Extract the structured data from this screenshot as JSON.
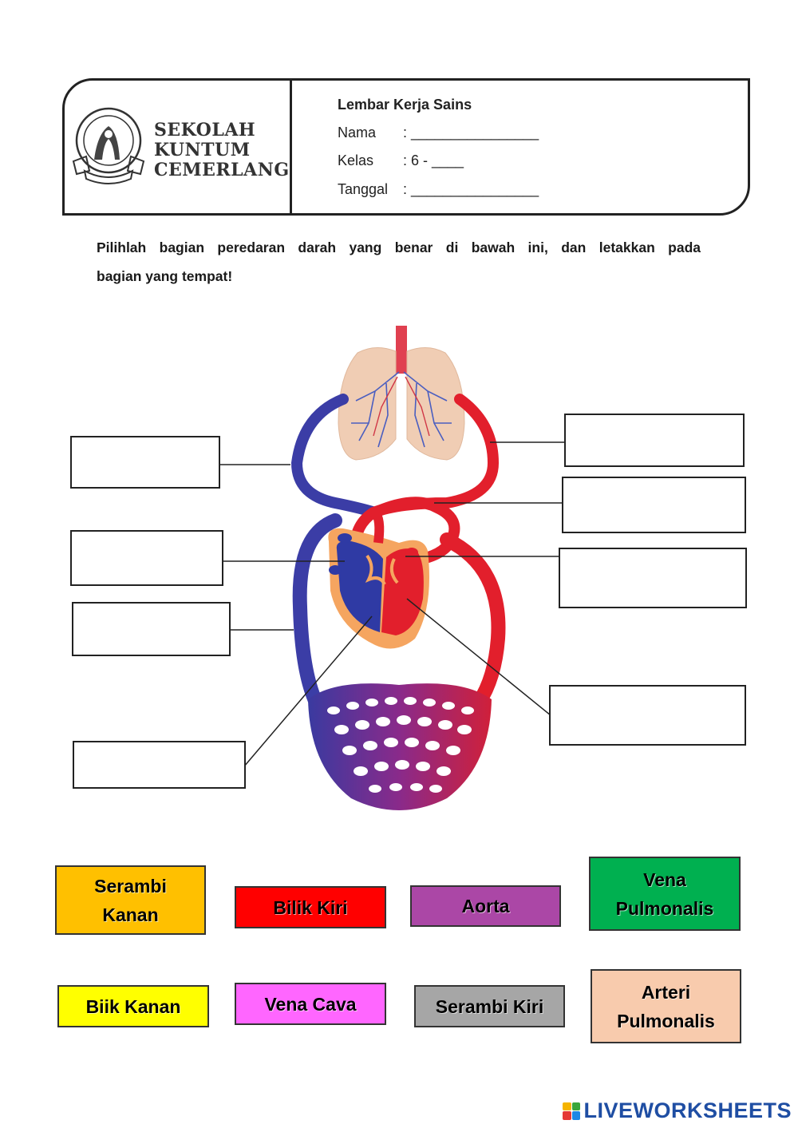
{
  "header": {
    "school_line1": "SEKOLAH",
    "school_line2": "KUNTUM",
    "school_line3": "CEMERLANG",
    "worksheet_title": "Lembar Kerja Sains",
    "name_label": "Nama",
    "name_value": ": ________________",
    "class_label": "Kelas",
    "class_value": ": 6  -  ____",
    "date_label": "Tanggal",
    "date_value": ": ________________"
  },
  "instruction": {
    "line1": "Pilihlah bagian peredaran darah yang benar di bawah ini, dan letakkan pada",
    "line2": "bagian yang tempat!"
  },
  "answer_chips": [
    {
      "line1": "Serambi",
      "line2": "Kanan",
      "color": "#FFC000"
    },
    {
      "line1": "Bilik Kiri",
      "line2": "",
      "color": "#FF0000"
    },
    {
      "line1": "Aorta",
      "line2": "",
      "color": "#AB47A6"
    },
    {
      "line1": "Vena",
      "line2": "Pulmonalis",
      "color": "#00B050"
    },
    {
      "line1": "Biik Kanan",
      "line2": "",
      "color": "#FFFF00"
    },
    {
      "line1": "Vena Cava",
      "line2": "",
      "color": "#FF66FF"
    },
    {
      "line1": "Serambi Kiri",
      "line2": "",
      "color": "#A6A6A6"
    },
    {
      "line1": "Arteri",
      "line2": "Pulmonalis",
      "color": "#F8CBAD"
    }
  ],
  "footer": {
    "brand": "LIVEWORKSHEETS"
  }
}
